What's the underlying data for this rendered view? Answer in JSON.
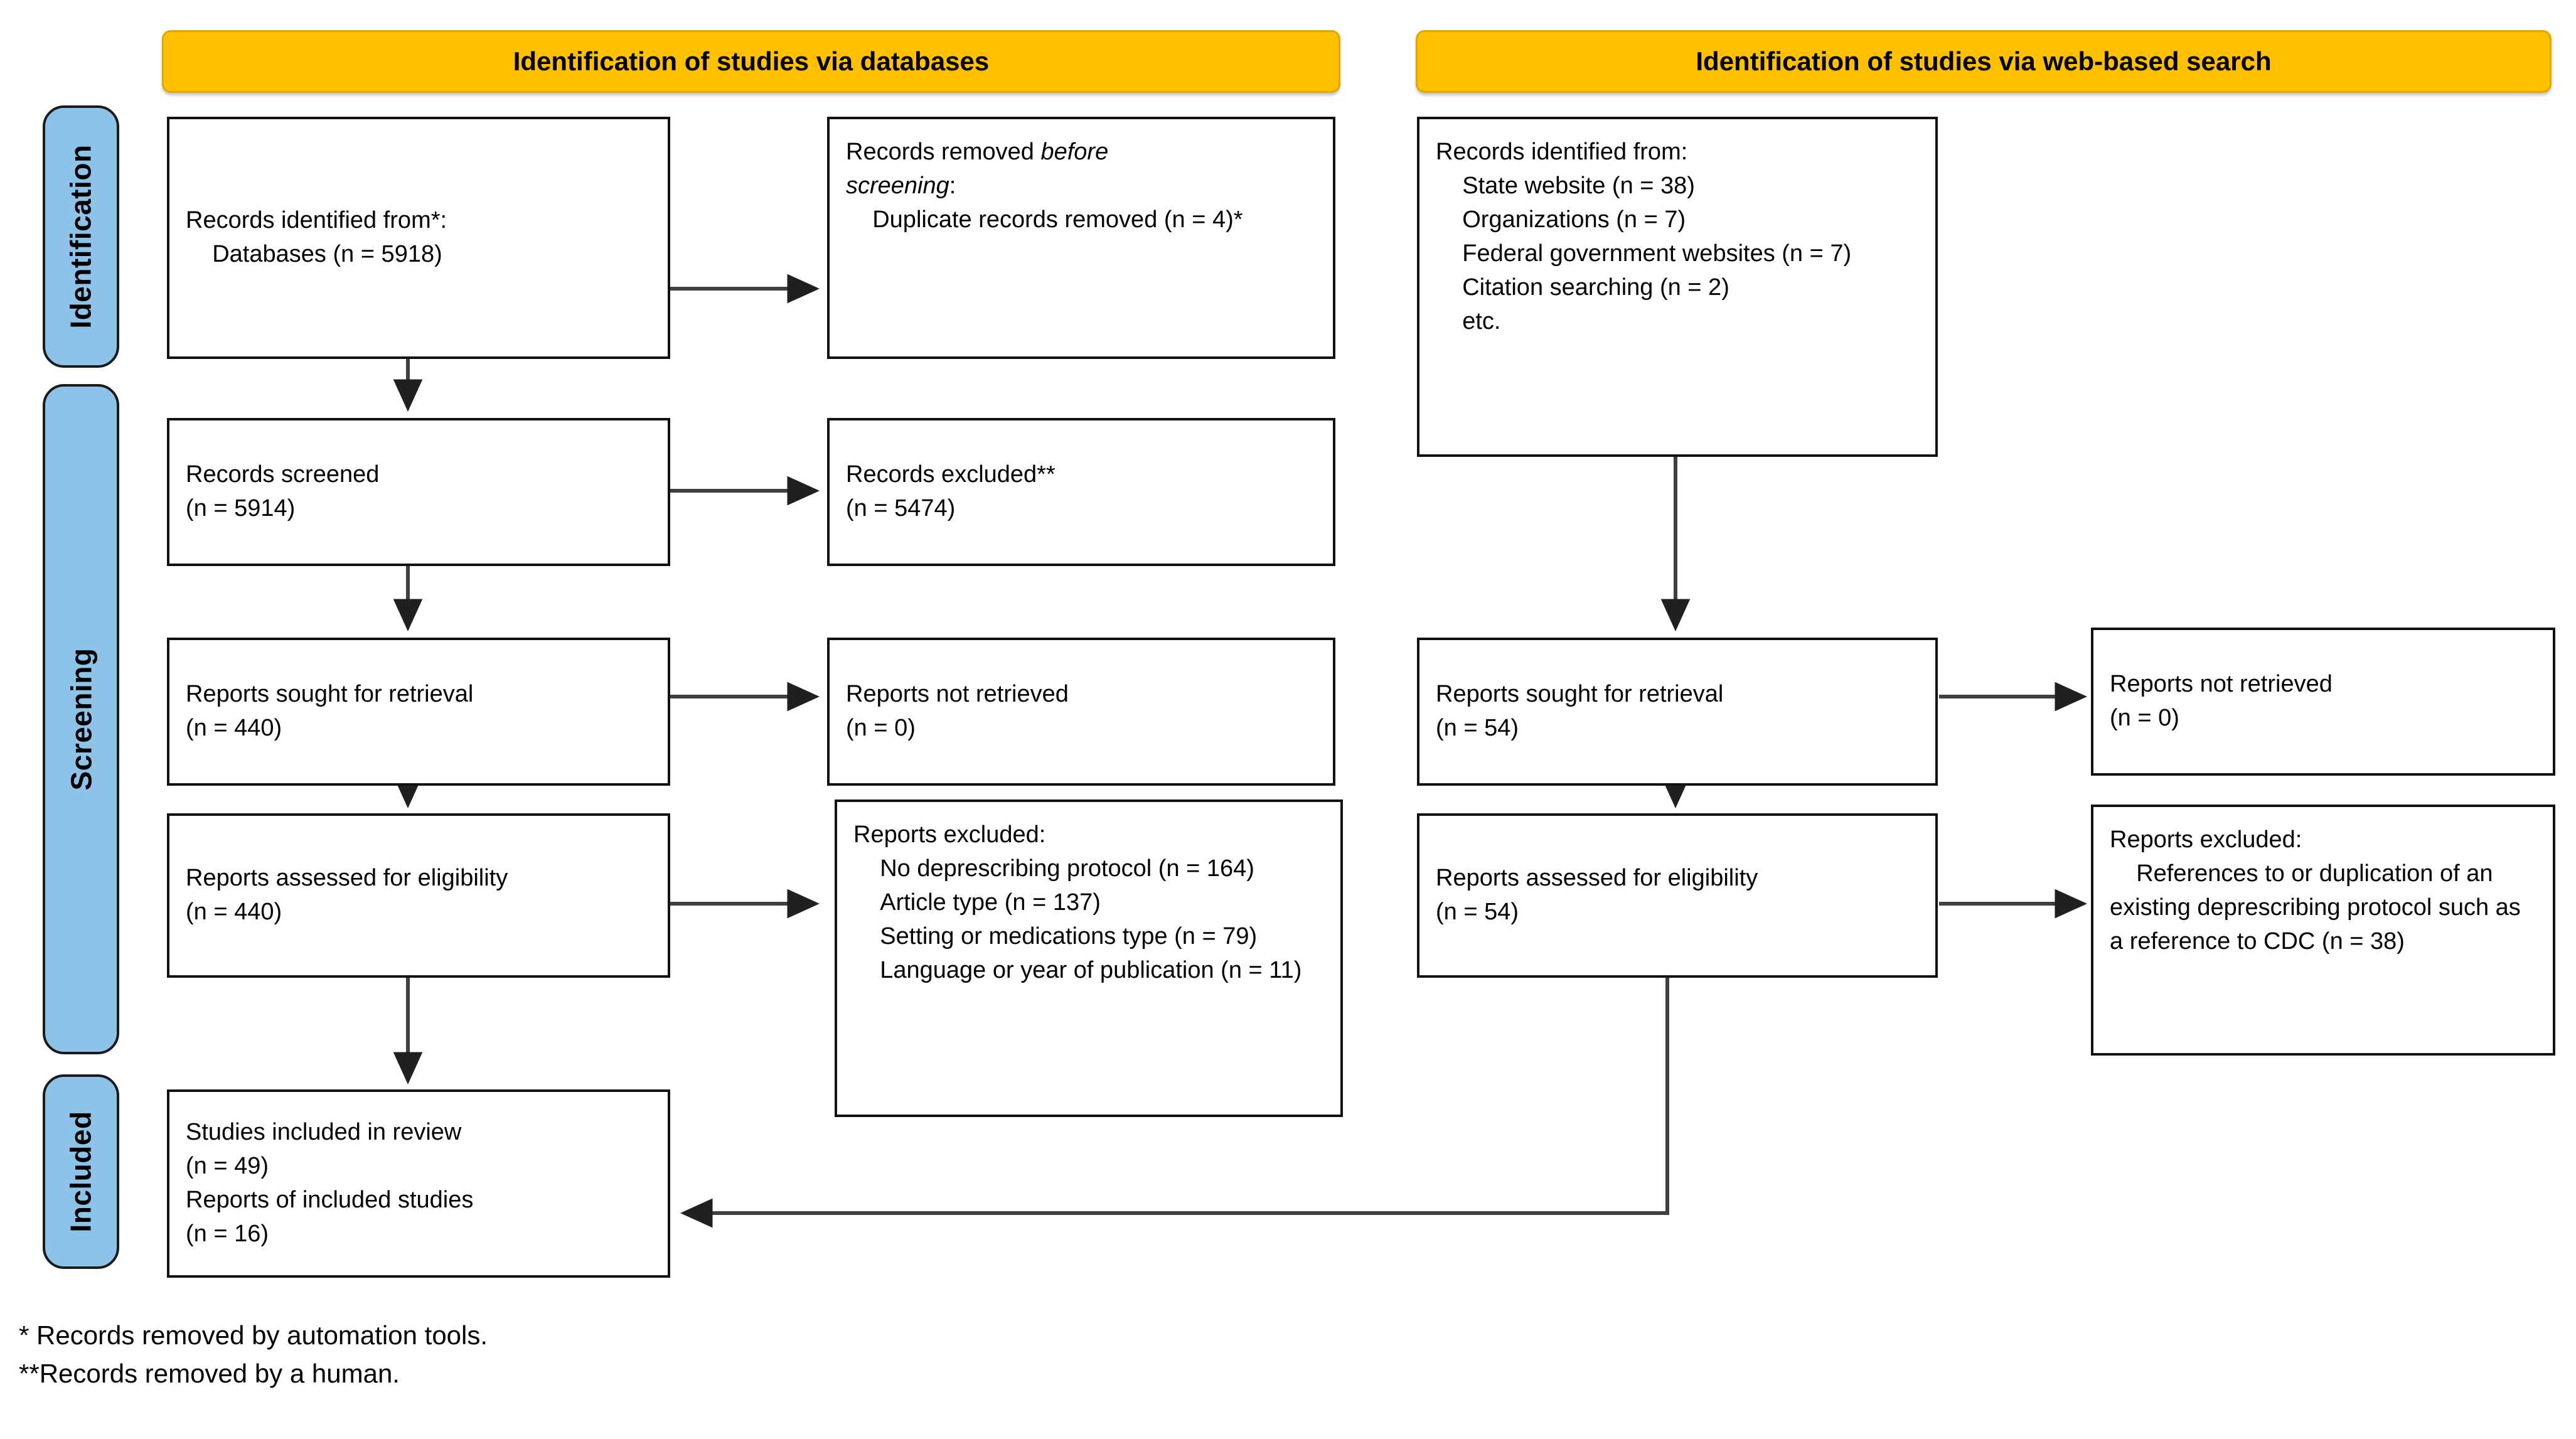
{
  "diagram": {
    "title": "PRISMA 2020 flow diagram",
    "type": "prisma-flow-diagram",
    "colors": {
      "banner_fill": "#FFC000",
      "phase_bar_fill": "#8DC3E8",
      "box_border": "#111111",
      "connector": "#404040",
      "background": "#FFFFFF"
    }
  },
  "phases": [
    {
      "id": "identification",
      "label": "Identification"
    },
    {
      "id": "screening",
      "label": "Screening"
    },
    {
      "id": "included",
      "label": "Included"
    }
  ],
  "banners": [
    {
      "id": "databases",
      "label": "Identification of studies via databases"
    },
    {
      "id": "web",
      "label": "Identification of studies via web-based search"
    }
  ],
  "columns": {
    "databases": {
      "identified": "Records identified from*:\n    Databases (n = 5918)",
      "removed_before_screening_line1": "Records removed ",
      "removed_before_screening_em": "before",
      "removed_before_screening_line2": "screening",
      "removed_before_screening_rest": ":\n    Duplicate records removed (n = 4)*",
      "screened": "Records screened\n(n = 5914)",
      "excluded": "Records excluded**\n(n = 5474)",
      "sought": "Reports sought for retrieval\n(n = 440)",
      "not_retrieved": "Reports not retrieved\n(n = 0)",
      "assessed": "Reports assessed for eligibility\n(n = 440)",
      "reports_excluded": "Reports excluded:\n    No deprescribing protocol (n = 164)\n    Article type (n = 137)\n    Setting or medications type (n = 79)\n    Language or year of publication (n = 11)"
    },
    "web": {
      "identified": "Records identified from:\n    State website (n = 38)\n    Organizations (n = 7)\n    Federal government websites (n = 7)\n    Citation searching (n = 2)\n    etc.",
      "sought": "Reports sought for retrieval\n(n = 54)",
      "not_retrieved": "Reports not retrieved\n(n = 0)",
      "assessed": "Reports assessed for eligibility\n(n = 54)",
      "reports_excluded": "Reports excluded:\n    References to or duplication of an existing deprescribing protocol such as a reference to CDC (n = 38)"
    }
  },
  "included_box": "Studies included in review\n(n = 49)\nReports of included studies\n(n = 16)",
  "footnotes": "* Records removed by automation tools.\n**Records removed by a human.",
  "counts": {
    "databases_identified": 5918,
    "duplicates_removed": 4,
    "records_screened": 5914,
    "records_excluded": 5474,
    "reports_sought_db": 440,
    "reports_not_retrieved_db": 0,
    "reports_assessed_db": 440,
    "excluded_no_protocol": 164,
    "excluded_article_type": 137,
    "excluded_setting_meds": 79,
    "excluded_language_year": 11,
    "web_state_website": 38,
    "web_organizations": 7,
    "web_federal_gov": 7,
    "web_citation_searching": 2,
    "reports_sought_web": 54,
    "reports_not_retrieved_web": 0,
    "reports_assessed_web": 54,
    "web_excluded_cdc": 38,
    "studies_included": 49,
    "reports_of_included_studies": 16
  }
}
